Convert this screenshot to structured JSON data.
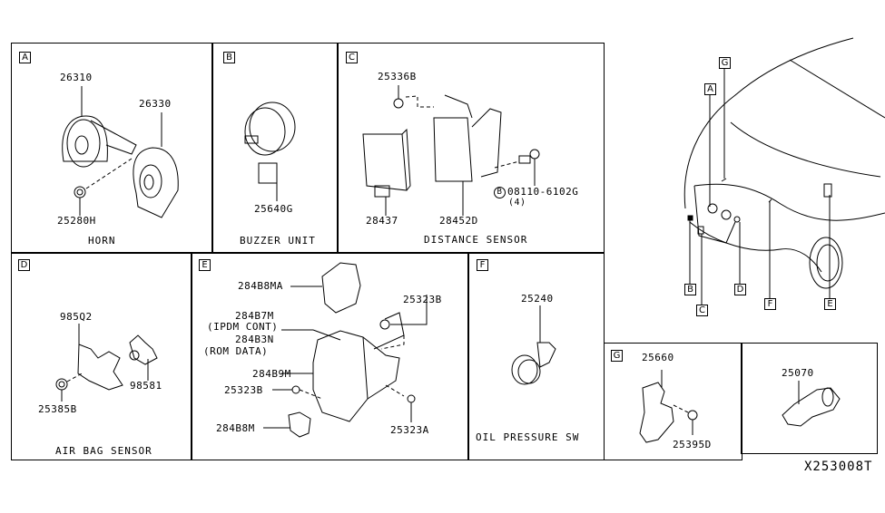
{
  "diagram_code": "X253008T",
  "sections": {
    "A": {
      "tag": "A",
      "title": "HORN",
      "parts": [
        "26310",
        "26330",
        "25280H"
      ]
    },
    "B": {
      "tag": "B",
      "title": "BUZZER UNIT",
      "parts": [
        "25640G"
      ]
    },
    "C": {
      "tag": "C",
      "title": "DISTANCE SENSOR",
      "parts": [
        "25336B",
        "28437",
        "28452D",
        "08110-6102G"
      ],
      "bolt_symbol": "B",
      "bolt_qty": "(4)"
    },
    "D": {
      "tag": "D",
      "title": "AIR BAG SENSOR",
      "parts": [
        "985Q2",
        "98581",
        "25385B"
      ]
    },
    "E": {
      "tag": "E",
      "parts": [
        "284B8MA",
        "284B7M",
        "(IPDM CONT)",
        "284B3N",
        "(ROM DATA)",
        "284B9M",
        "25323B",
        "25323B",
        "284B8M",
        "25323A"
      ]
    },
    "F": {
      "tag": "F",
      "title": "OIL PRESSURE SW",
      "parts": [
        "25240"
      ]
    },
    "G": {
      "tag": "G",
      "parts": [
        "25660",
        "25395D"
      ]
    },
    "H": {
      "parts": [
        "25070"
      ]
    }
  },
  "vehicle_callouts": [
    "G",
    "A",
    "B",
    "C",
    "D",
    "F",
    "E"
  ]
}
